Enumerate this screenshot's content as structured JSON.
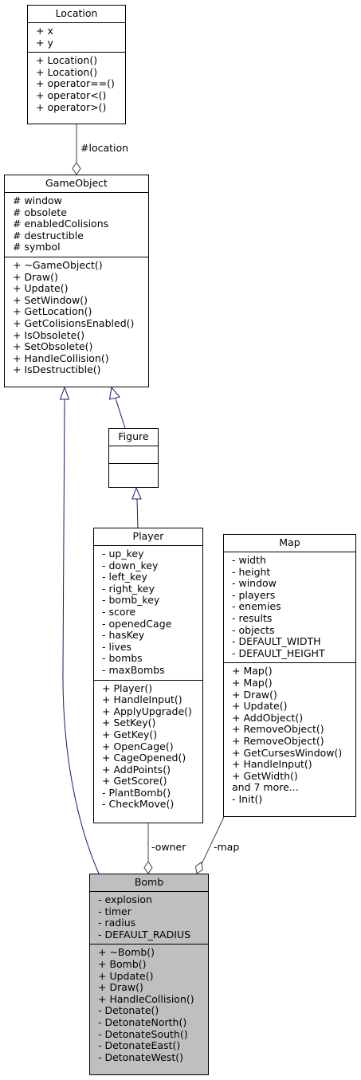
{
  "classes": {
    "location": {
      "name": "Location",
      "attributes": [
        "+ x",
        "+ y"
      ],
      "methods": [
        "+ Location()",
        "+ Location()",
        "+ operator==()",
        "+ operator<()",
        "+ operator>()"
      ]
    },
    "gameobject": {
      "name": "GameObject",
      "attributes": [
        "# window",
        "# obsolete",
        "# enabledColisions",
        "# destructible",
        "# symbol"
      ],
      "methods": [
        "+ ~GameObject()",
        "+ Draw()",
        "+ Update()",
        "+ SetWindow()",
        "+ GetLocation()",
        "+ GetColisionsEnabled()",
        "+ IsObsolete()",
        "+ SetObsolete()",
        "+ HandleCollision()",
        "+ IsDestructible()"
      ]
    },
    "figure": {
      "name": "Figure",
      "attributes": [],
      "methods": []
    },
    "player": {
      "name": "Player",
      "attributes": [
        "- up_key",
        "- down_key",
        "- left_key",
        "- right_key",
        "- bomb_key",
        "- score",
        "- openedCage",
        "- hasKey",
        "- lives",
        "- bombs",
        "- maxBombs"
      ],
      "methods": [
        "+ Player()",
        "+ HandleInput()",
        "+ ApplyUpgrade()",
        "+ SetKey()",
        "+ GetKey()",
        "+ OpenCage()",
        "+ CageOpened()",
        "+ AddPoints()",
        "+ GetScore()",
        "- PlantBomb()",
        "- CheckMove()"
      ]
    },
    "map": {
      "name": "Map",
      "attributes": [
        "- width",
        "- height",
        "- window",
        "- players",
        "- enemies",
        "- results",
        "- objects",
        "- DEFAULT_WIDTH",
        "- DEFAULT_HEIGHT"
      ],
      "methods": [
        "+ Map()",
        "+ Map()",
        "+ Draw()",
        "+ Update()",
        "+ AddObject()",
        "+ RemoveObject()",
        "+ RemoveObject()",
        "+ GetCursesWindow()",
        "+ HandleInput()",
        "+ GetWidth()",
        "and 7 more...",
        "- Init()"
      ]
    },
    "bomb": {
      "name": "Bomb",
      "attributes": [
        "- explosion",
        "- timer",
        "- radius",
        "- DEFAULT_RADIUS"
      ],
      "methods": [
        "+ ~Bomb()",
        "+ Bomb()",
        "+ Update()",
        "+ Draw()",
        "+ HandleCollision()",
        "- Detonate()",
        "- DetonateNorth()",
        "- DetonateSouth()",
        "- DetonateEast()",
        "- DetonateWest()"
      ]
    }
  },
  "edges": {
    "location_label": "#location",
    "owner_label": "-owner",
    "map_label": "-map"
  },
  "colors": {
    "inheritance": "#191970",
    "association": "#404040",
    "focus_fill": "#bfbfbf"
  }
}
